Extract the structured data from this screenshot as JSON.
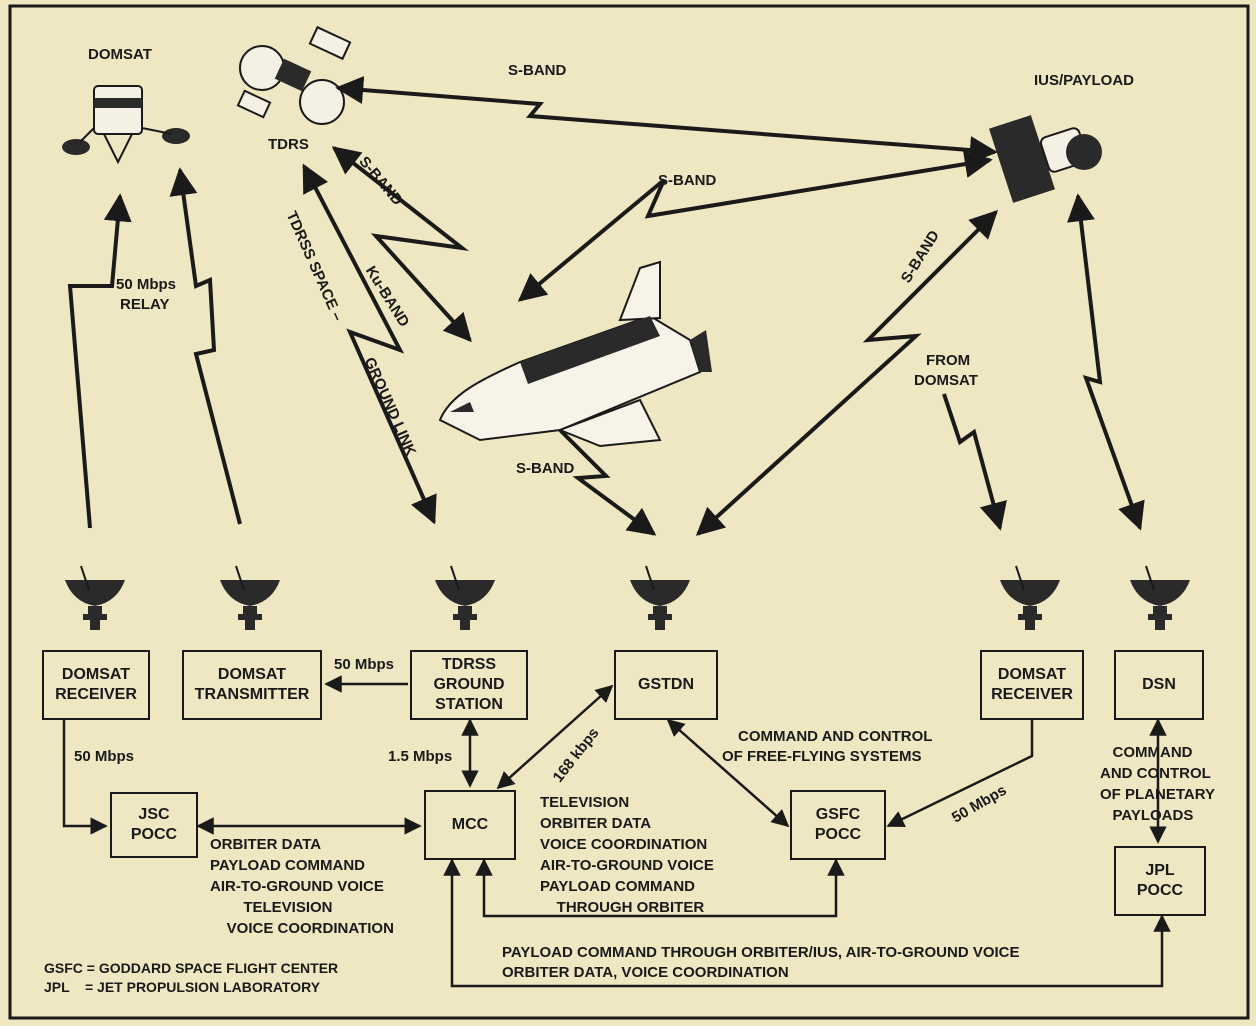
{
  "diagram": {
    "satellites": {
      "domsat": "DOMSAT",
      "tdrs": "TDRS",
      "ius_payload": "IUS/PAYLOAD"
    },
    "link_labels": {
      "s_band_top": "S-BAND",
      "s_band_tdrs_shuttle": "S-BAND",
      "ku_band": "Ku-BAND",
      "s_band_ius_shuttle": "S-BAND",
      "s_band_ius_gstdn": "S-BAND",
      "s_band_shuttle_gstdn": "S-BAND",
      "relay_rate": "50 Mbps",
      "relay_label": "RELAY",
      "space_ground_link_a": "TDRSS SPACE –",
      "space_ground_link_b": "GROUND LINK",
      "from_domsat_a": "FROM",
      "from_domsat_b": "DOMSAT"
    },
    "boxes": {
      "domsat_receiver_left": "DOMSAT\nRECEIVER",
      "domsat_transmitter": "DOMSAT\nTRANSMITTER",
      "tdrss_ground_station": "TDRSS\nGROUND\nSTATION",
      "gstdn": "GSTDN",
      "domsat_receiver_right": "DOMSAT\nRECEIVER",
      "dsn": "DSN",
      "jsc_pocc": "JSC\nPOCC",
      "mcc": "MCC",
      "gsfc_pocc": "GSFC\nPOCC",
      "jpl_pocc": "JPL\nPOCC"
    },
    "rates": {
      "tdrss_to_transmitter": "50 Mbps",
      "receiver_to_jsc": "50 Mbps",
      "tdrss_to_mcc": "1.5 Mbps",
      "mcc_to_gstdn": "168 kbps",
      "receiver_to_gsfc": "50 Mbps"
    },
    "flows": {
      "free_flying_a": "COMMAND AND CONTROL",
      "free_flying_b": "OF FREE-FLYING SYSTEMS",
      "jsc_mcc": "ORBITER DATA\nPAYLOAD COMMAND\nAIR-TO-GROUND VOICE\n        TELEVISION\n    VOICE COORDINATION",
      "mcc_gsfc": "TELEVISION\nORBITER DATA\nVOICE COORDINATION\nAIR-TO-GROUND VOICE\nPAYLOAD COMMAND\n    THROUGH ORBITER",
      "planetary": "   COMMAND\nAND CONTROL\nOF PLANETARY\n   PAYLOADS",
      "bottom_a": "PAYLOAD COMMAND THROUGH ORBITER/IUS, AIR-TO-GROUND VOICE",
      "bottom_b": "ORBITER DATA, VOICE COORDINATION"
    },
    "legend": "GSFC = GODDARD SPACE FLIGHT CENTER\nJPL    = JET PROPULSION LABORATORY"
  }
}
